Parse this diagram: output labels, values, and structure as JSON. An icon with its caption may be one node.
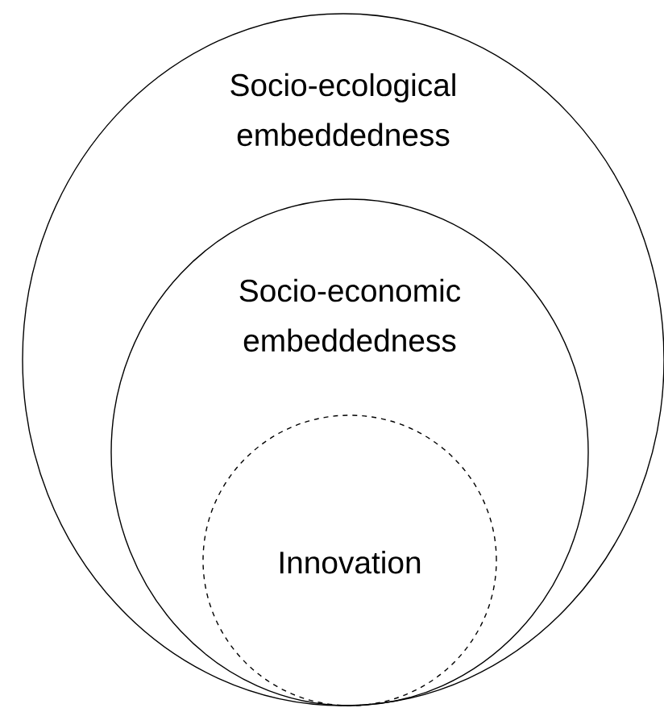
{
  "diagram": {
    "nodes": [
      {
        "text": [
          "Socio-ecological embeddedness"
        ]
      },
      {
        "text": [
          "Socio-economic embeddedness"
        ],
        "in": 0
      },
      {
        "text": [
          "Innovation"
        ],
        "in": 1
      }
    ]
  }
}
